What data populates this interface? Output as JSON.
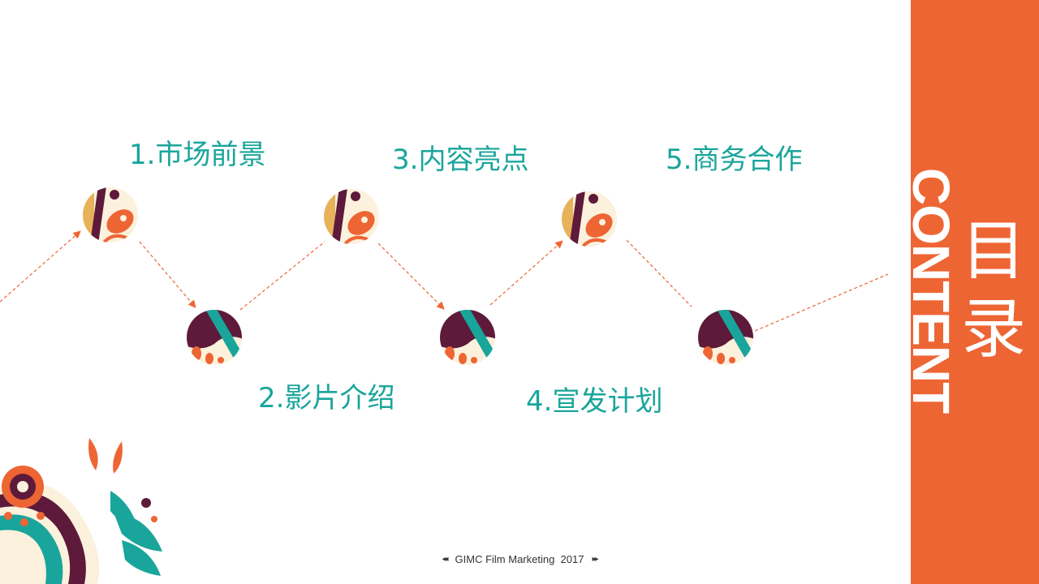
{
  "slide": {
    "items": [
      {
        "label": "1.市场前景"
      },
      {
        "label": "2.影片介绍"
      },
      {
        "label": "3.内容亮点"
      },
      {
        "label": "4.宣发计划"
      },
      {
        "label": "5.商务合作"
      }
    ],
    "sidebar": {
      "english_title": "CONTENT",
      "chinese_title_chars": [
        "目",
        "录"
      ]
    },
    "footer": {
      "prev_icon": "◂◂",
      "text": "GIMC Film Marketing  2017",
      "next_icon": "▸▸"
    }
  },
  "colors": {
    "accent_orange": "#ee6534",
    "teal_text": "#19a59b",
    "plum": "#5e1a3a",
    "mustard": "#e8b25a",
    "cream": "#fbf1dc"
  },
  "icons": {
    "bead_a": "patterned-circle-orange-plum-icon",
    "bead_b": "patterned-circle-teal-plum-icon",
    "decoration": "floral-ornament-icon"
  }
}
